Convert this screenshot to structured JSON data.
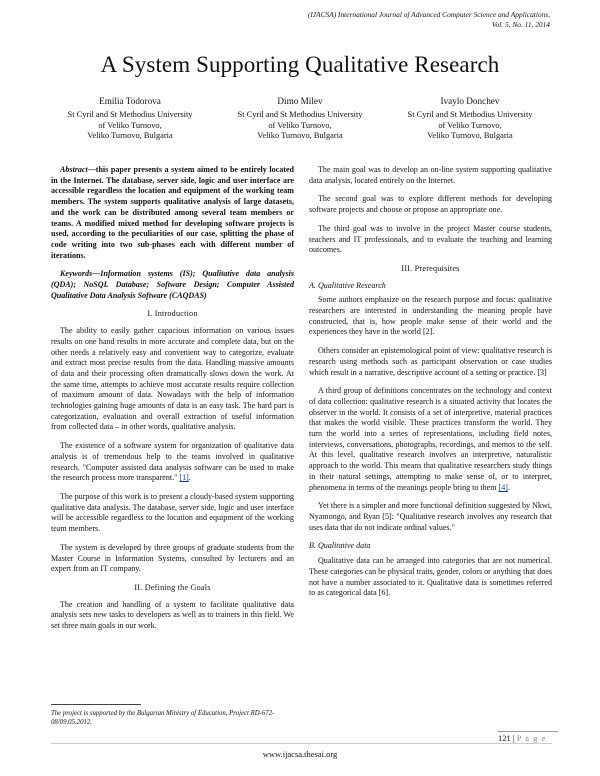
{
  "header": {
    "journal_line1": "(IJACSA) International Journal of Advanced Computer Science and Applications,",
    "journal_line2": "Vol. 5, No. 11, 2014"
  },
  "title": "A System Supporting Qualitative Research",
  "authors": [
    {
      "name": "Emilia Todorova",
      "aff1": "St Cyril and St Methodius University",
      "aff2": "of Veliko Turnovo,",
      "aff3": "Veliko Turnovo, Bulgaria"
    },
    {
      "name": "Dimo Milev",
      "aff1": "St Cyril and St Methodius University",
      "aff2": "of Veliko Turnovo,",
      "aff3": "Veliko Turnovo, Bulgaria"
    },
    {
      "name": "Ivaylo Donchev",
      "aff1": "St Cyril and St Methodius University",
      "aff2": "of Veliko Turnovo,",
      "aff3": "Veliko Turnovo, Bulgaria"
    }
  ],
  "abstract": {
    "lead": "Abstract—",
    "text": "this paper presents a system aimed to be entirely located in the Internet. The database, server side, logic and user interface are accessible regardless the location and equipment of the working team members. The system supports qualitative analysis of large datasets, and the work can be distributed among several team members or teams. A modified mixed method for developing software projects is used, according to the peculiarities of our case, splitting the phase of code writing into two sub-phases each with different number of iterations."
  },
  "keywords": "Keywords—Information systems (IS); Qualitative data analysis (QDA); NoSQL Database; Software Design; Computer Assisted Qualitative Data Analysis Software (CAQDAS)",
  "sections": {
    "intro_heading": "I.   Introduction",
    "intro_p1": "The ability to easily gather capacious information on various issues results on one hand results in more accurate and complete data, but on the other needs a relatively easy and convenient way to categorize, evaluate and extract most precise results from the data. Handling massive amounts of data and their processing often dramatically slows down the work. At the same time, attempts to achieve most accurate results require collection of maximum amount of data. Nowadays with the help of information technologies gaining huge amounts of data is an easy task. The hard part is categorization, evaluation and overall extraction of useful information from collected data – in other words, qualitative analysis.",
    "intro_p2": "The existence of a software system for organization of qualitative data analysis is of tremendous help to the teams involved in qualitative research. \"Computer assisted data analysis software can be used to make the research process more transparent.\" ",
    "intro_p2_ref": "[1]",
    "intro_p3": "The purpose of this work is to present a cloudy-based system supporting qualitative data analysis. The database, server side, logic and user interface will be accessible regardless to the location and equipment of the working team members.",
    "intro_p4": "The system is developed by three groups of graduate students from the Master Course in Information Systems, consulted by lecturers and an expert from an IT company.",
    "goals_heading": "II.   Defining the Goals",
    "goals_p1": "The creation and handling of a system to facilitate qualitative data analysis sets new tasks to developers as well as to trainers in this field. We set three main goals in our work.",
    "goals_p2": "The main goal was to develop an on-line system supporting qualitative data analysis, located entirely on the Internet.",
    "goals_p3": "The second goal was to explore different methods for developing software projects and choose or propose an appropriate one.",
    "goals_p4": "The third goal was to involve in the project Master course students, teachers and IT professionals, and to evaluate the teaching and learning outcomes.",
    "prereq_heading": "III.   Prerequisites",
    "sub_a": "A.  Qualitative Research",
    "a_p1": "Some authors emphasize on the research purpose and focus: qualitative researchers are interested in understanding the meaning people have constructed, that is, how people make sense of their world and the experiences they have in the world ",
    "a_p1_ref": "[2]",
    "a_p2": "Others consider an epistemological point of view: qualitative research is research using methods such as participant observation or case studies which result in a narrative, descriptive account of a setting or practice. [3]",
    "a_p3": "A third group of definitions concentrates on the technology and context of data collection: qualitative research is a situated activity that locates the observer in the world. It consists of a set of interpretive, material practices that makes the world visible. These practices transform the world. They turn the world into a series of representations, including field notes, interviews, conversations, photographs, recordings, and memos to the self. At this level, qualitative research involves an interpretive, naturalistic approach to the world. This means that qualitative researchers study things in their natural settings, attempting to make sense of, or to interpret, phenomena in terms of the meanings people bring to them ",
    "a_p3_ref": "[4]",
    "a_p4": "Yet there is a simpler and more functional definition suggested by Nkwi, Nyamongo, and Ryan [5]: \"Qualitative research involves any research that uses data that do not indicate ordinal values.\"",
    "sub_b": "B.  Qualitative data",
    "b_p1": "Qualitative data can be arranged into categories that are not numerical. These categories can be physical traits, gender, colors or anything that does not have a number associated to it. Qualitative data is sometimes referred to as categorical data [6]."
  },
  "footnote": "The project is supported by the Bulgarian Ministry of Education, Project RD-672-08/09.05.2012.",
  "page": {
    "number": "121",
    "sep": " | ",
    "label": "P a g e"
  },
  "footer_url": "www.ijacsa.thesai.org"
}
